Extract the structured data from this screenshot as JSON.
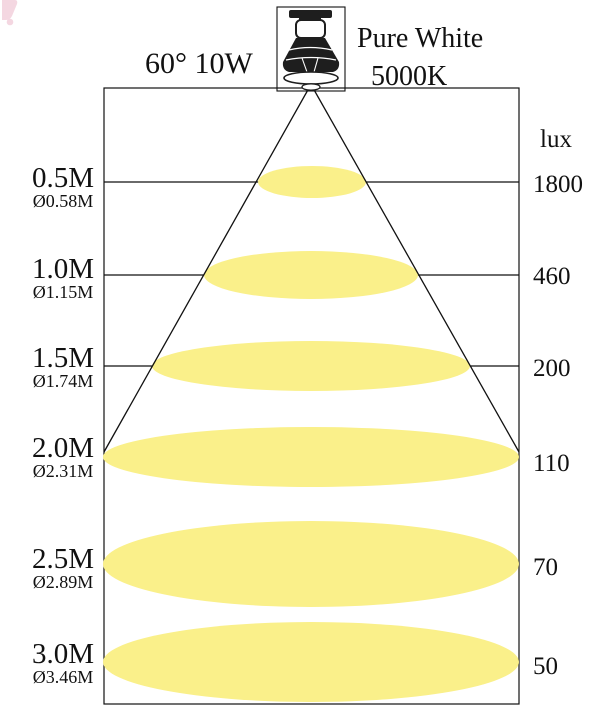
{
  "header": {
    "beam_power": "60° 10W",
    "color_name": "Pure White",
    "color_temp": "5000K"
  },
  "lux_heading": "lux",
  "levels": [
    {
      "distance": "0.5M",
      "diameter": "Ø0.58M",
      "lux": "1800"
    },
    {
      "distance": "1.0M",
      "diameter": "Ø1.15M",
      "lux": "460"
    },
    {
      "distance": "1.5M",
      "diameter": "Ø1.74M",
      "lux": "200"
    },
    {
      "distance": "2.0M",
      "diameter": "Ø2.31M",
      "lux": "110"
    },
    {
      "distance": "2.5M",
      "diameter": "Ø2.89M",
      "lux": "70"
    },
    {
      "distance": "3.0M",
      "diameter": "Ø3.46M",
      "lux": "50"
    }
  ],
  "colors": {
    "beam_fill": "#FAF08A",
    "line": "#111111",
    "bulb_dark": "#1E1E1E",
    "watermark": "#F3D5DF"
  },
  "icons": {
    "bulb": "gu10-led-bulb-icon",
    "watermark": "logo-fragment-icon"
  }
}
